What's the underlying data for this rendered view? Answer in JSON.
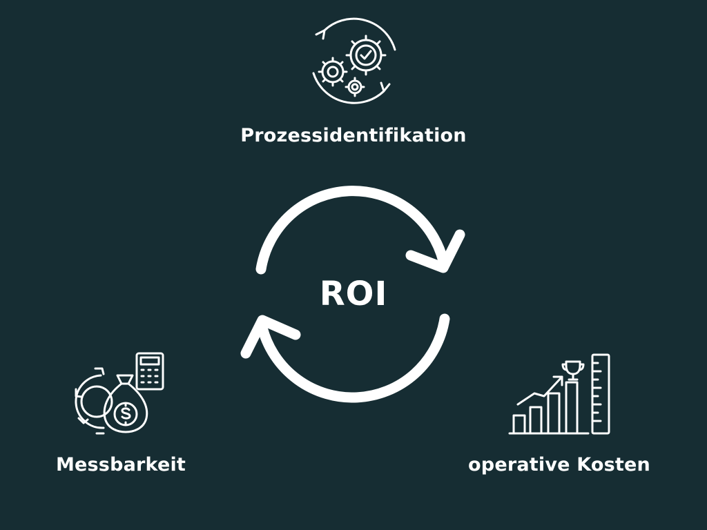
{
  "center": {
    "label": "ROI"
  },
  "nodes": {
    "top": {
      "label": "Prozessidentifikation",
      "icon": "gears-cycle-icon"
    },
    "left": {
      "label": "Messbarkeit",
      "icon": "money-bag-calculator-icon"
    },
    "right": {
      "label": "operative Kosten",
      "icon": "growth-chart-trophy-icon"
    }
  },
  "colors": {
    "background": "#162d33",
    "foreground": "#ffffff"
  }
}
